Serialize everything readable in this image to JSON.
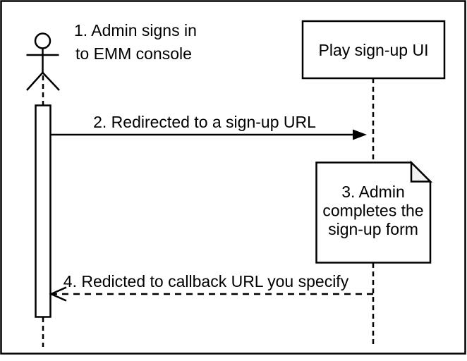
{
  "diagram": {
    "kind": "sequence-diagram",
    "actor": {
      "label_line1": "1. Admin signs in",
      "label_line2": "to EMM console"
    },
    "participant": {
      "label": "Play sign-up UI"
    },
    "messages": [
      {
        "label": "2. Redirected to a sign-up URL",
        "style": "solid",
        "direction": "right"
      },
      {
        "label": "4. Redicted to callback URL you specify",
        "style": "dashed",
        "direction": "left"
      }
    ],
    "note": {
      "line1": "3. Admin",
      "line2": "completes the",
      "line3": "sign-up form"
    },
    "colors": {
      "stroke": "#000000",
      "shape_fill": "#ffffff",
      "note_fold_fill": "#f2f2f2"
    }
  }
}
